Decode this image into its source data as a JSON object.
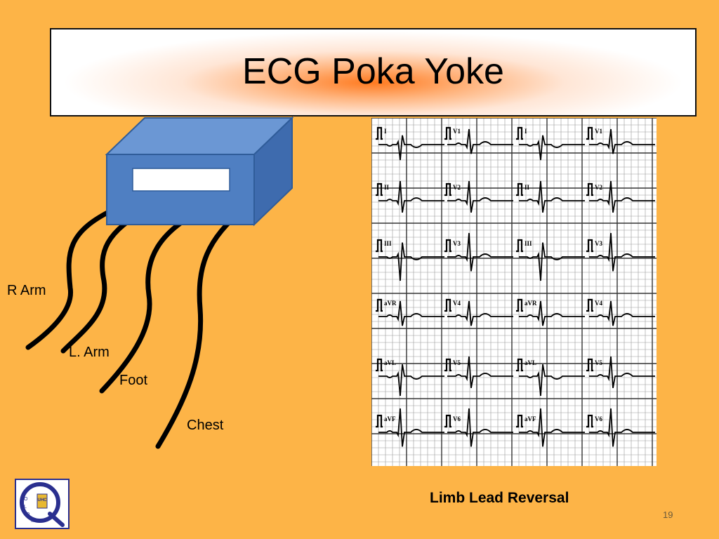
{
  "slide": {
    "title": "ECG Poka Yoke",
    "caption": "Limb Lead Reversal",
    "page_number": "19"
  },
  "leads": {
    "r_arm": "R Arm",
    "l_arm": "L. Arm",
    "foot": "Foot",
    "chest": "Chest"
  },
  "ecg_lead_labels": [
    "I",
    "II",
    "III",
    "aVR",
    "aVL",
    "aVF",
    "V1",
    "V2",
    "V3",
    "V4",
    "V5",
    "V6"
  ],
  "logo": {
    "ring_text": "POLOM",
    "badge_text": "UHC"
  },
  "colors": {
    "background": "#FDB447",
    "device_blue": "#4F7FC2",
    "title_glow": "#FF7A1F"
  }
}
